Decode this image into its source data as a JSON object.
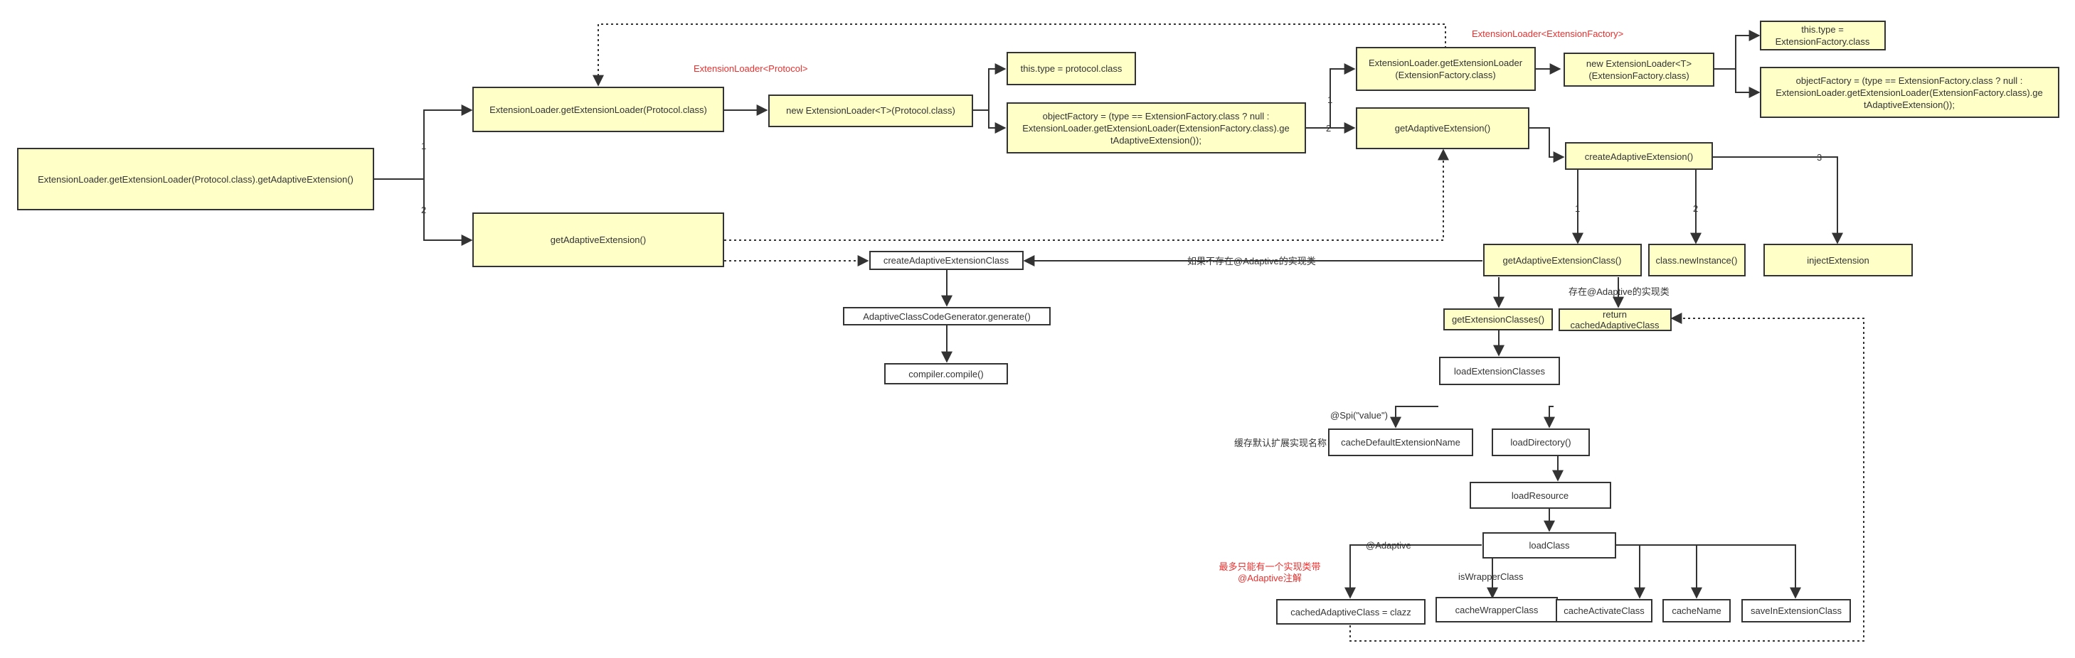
{
  "nodes": {
    "root": "ExtensionLoader.getExtensionLoader(Protocol.class).getAdaptiveExtension()",
    "gel_protocol": "ExtensionLoader.getExtensionLoader(Protocol.class)",
    "new_loader": "new ExtensionLoader<T>(Protocol.class)",
    "this_type_protocol": "this.type = protocol.class",
    "object_factory_1": [
      "objectFactory = (type == ExtensionFactory.class ? null :",
      "ExtensionLoader.getExtensionLoader(ExtensionFactory.class).ge",
      "tAdaptiveExtension());"
    ],
    "gel_factory": [
      "ExtensionLoader.getExtensionLoader",
      "(ExtensionFactory.class)"
    ],
    "new_loader_factory": [
      "new ExtensionLoader<T>",
      "(ExtensionFactory.class)"
    ],
    "this_type_factory": [
      "this.type =",
      "ExtensionFactory.class"
    ],
    "object_factory_2": [
      "objectFactory = (type == ExtensionFactory.class ? null :",
      "ExtensionLoader.getExtensionLoader(ExtensionFactory.class).ge",
      "tAdaptiveExtension());"
    ],
    "get_adaptive_top": "getAdaptiveExtension()",
    "get_adaptive_left": "getAdaptiveExtension()",
    "create_adaptive_extension": "createAdaptiveExtension()",
    "get_adaptive_extension_class": "getAdaptiveExtensionClass()",
    "class_new_instance": "class.newInstance()",
    "inject_extension": "injectExtension",
    "create_adaptive_extension_class": "createAdaptiveExtensionClass",
    "code_generator": "AdaptiveClassCodeGenerator.generate()",
    "compiler_compile": "compiler.compile()",
    "get_extension_classes": "getExtensionClasses()",
    "return_cached": [
      "return",
      "cachedAdaptiveClass"
    ],
    "load_extension_classes": "loadExtensionClasses",
    "cache_default_name": "cacheDefaultExtensionName",
    "load_directory": "loadDirectory()",
    "load_resource": "loadResource",
    "load_class": "loadClass",
    "cached_adaptive_class": "cachedAdaptiveClass = clazz",
    "cache_wrapper_class": "cacheWrapperClass",
    "cache_activate_class": "cacheActivateClass",
    "cache_name": "cacheName",
    "save_in_extension_class": "saveInExtensionClass"
  },
  "labels": {
    "red_protocol": "ExtensionLoader<Protocol>",
    "red_factory": "ExtensionLoader<ExtensionFactory>",
    "root_1": "1",
    "root_2": "2",
    "factory_1": "1",
    "factory_2": "2",
    "create_1": "1",
    "create_2": "2",
    "create_3": "3",
    "not_exist_adaptive": "如果不存在@Adaptive的实现类",
    "exist_adaptive": "存在@Adaptive的实现类",
    "spi_value": "@Spi(\"value\")",
    "cache_default_note": "缓存默认扩展实现名称",
    "adaptive_tag": "@Adaptive",
    "is_wrapper": "isWrapperClass",
    "red_note": [
      "最多只能有一个实现类带",
      "@Adaptive注解"
    ]
  },
  "colors": {
    "fill_yellow": "#ffffc8",
    "fill_white": "#ffffff",
    "stroke": "#333333",
    "red": "#e8312f"
  }
}
